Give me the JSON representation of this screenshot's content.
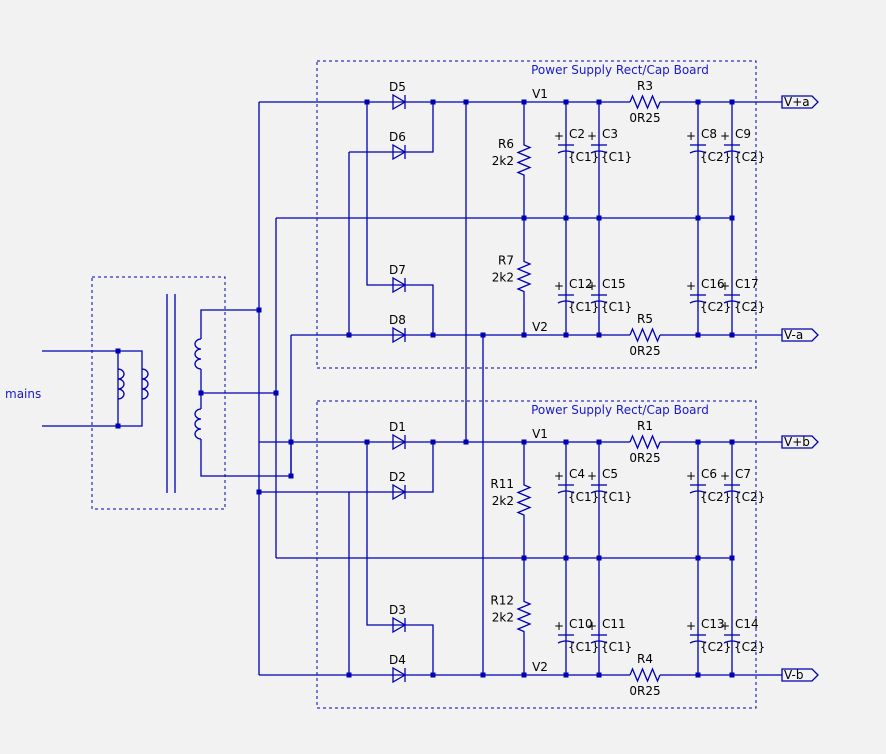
{
  "colors": {
    "background": "#f2f2f2",
    "wire": "#0000b4",
    "label": "#000000",
    "title": "#1a1acc"
  },
  "mains_label": "mains",
  "boards": [
    {
      "title": "Power Supply Rect/Cap Board",
      "diodes": [
        "D5",
        "D6",
        "D7",
        "D8"
      ],
      "node_top": "V1",
      "node_bottom": "V2",
      "bleeder_top": {
        "ref": "R6",
        "value": "2k2"
      },
      "bleeder_bottom": {
        "ref": "R7",
        "value": "2k2"
      },
      "series_top": {
        "ref": "R3",
        "value": "0R25"
      },
      "series_bottom": {
        "ref": "R5",
        "value": "0R25"
      },
      "caps_top": [
        {
          "ref": "C2",
          "value": "{C1}"
        },
        {
          "ref": "C3",
          "value": "{C1}"
        },
        {
          "ref": "C8",
          "value": "{C2}"
        },
        {
          "ref": "C9",
          "value": "{C2}"
        }
      ],
      "caps_bottom": [
        {
          "ref": "C12",
          "value": "{C1}"
        },
        {
          "ref": "C15",
          "value": "{C1}"
        },
        {
          "ref": "C16",
          "value": "{C2}"
        },
        {
          "ref": "C17",
          "value": "{C2}"
        }
      ],
      "port_top": "V+a",
      "port_bottom": "V-a"
    },
    {
      "title": "Power Supply Rect/Cap Board",
      "diodes": [
        "D1",
        "D2",
        "D3",
        "D4"
      ],
      "node_top": "V1",
      "node_bottom": "V2",
      "bleeder_top": {
        "ref": "R11",
        "value": "2k2"
      },
      "bleeder_bottom": {
        "ref": "R12",
        "value": "2k2"
      },
      "series_top": {
        "ref": "R1",
        "value": "0R25"
      },
      "series_bottom": {
        "ref": "R4",
        "value": "0R25"
      },
      "caps_top": [
        {
          "ref": "C4",
          "value": "{C1}"
        },
        {
          "ref": "C5",
          "value": "{C1}"
        },
        {
          "ref": "C6",
          "value": "{C2}"
        },
        {
          "ref": "C7",
          "value": "{C2}"
        }
      ],
      "caps_bottom": [
        {
          "ref": "C10",
          "value": "{C1}"
        },
        {
          "ref": "C11",
          "value": "{C1}"
        },
        {
          "ref": "C13",
          "value": "{C2}"
        },
        {
          "ref": "C14",
          "value": "{C2}"
        }
      ],
      "port_top": "V+b",
      "port_bottom": "V-b"
    }
  ]
}
